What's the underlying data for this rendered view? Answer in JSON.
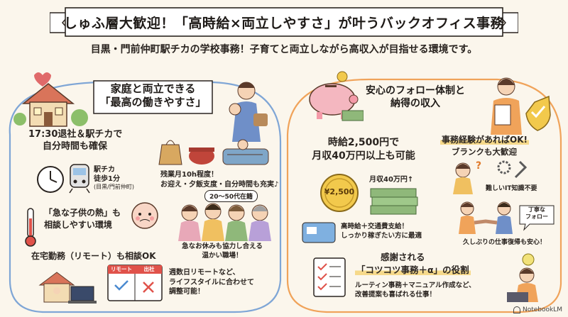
{
  "title": "しゅふ層大歓迎！「高時給×両立しやすさ」が叶うバックオフィス事務",
  "subtitle": "目黒・門前仲町駅チカの学校事務！子育てと両立しながら高収入が目指せる環境です。",
  "left": {
    "heading_line1": "家庭と両立できる",
    "heading_line2": "「最高の働きやすさ」",
    "block1": {
      "heading_line1": "17:30退社＆駅チカで",
      "heading_line2": "自分時間も確保",
      "station_line1": "駅チカ",
      "station_line2": "徒歩1分",
      "station_line3": "(目黒/門前仲町)",
      "overtime_line1": "残業月10h程度！",
      "overtime_line2": "お迎え・夕飯支度・自分時間も充実♪"
    },
    "block2": {
      "heading_line1": "「急な子供の熱」も",
      "heading_line2": "相談しやすい環境",
      "age_badge": "20〜50代在籍",
      "support_line1": "急なお休みも協力し合える",
      "support_line2": "温かい職場！"
    },
    "block3": {
      "heading": "在宅勤務（リモート）も相談OK",
      "calendar_left": "リモート",
      "calendar_right": "出社",
      "remote_line1": "週数日リモートなど、",
      "remote_line2": "ライフスタイルに合わせて",
      "remote_line3": "調整可能！"
    }
  },
  "right": {
    "heading_line1": "安心のフォロー体制と",
    "heading_line2": "納得の収入",
    "pay": {
      "heading_line1": "時給2,500円で",
      "heading_line2": "月収40万円以上も可能",
      "coin_label": "¥2,500",
      "monthly_label": "月収40万円↑",
      "note_line1": "高時給＋交通費支給！",
      "note_line2": "しっかり稼ぎたい方に最適"
    },
    "experience": {
      "heading": "事務経験があればOK!",
      "subheading": "ブランクも大歓迎",
      "it_note": "難しいIT知識不要",
      "bubble_line1": "丁寧な",
      "bubble_line2": "フォロー",
      "return_note": "久しぶりの仕事復帰も安心！"
    },
    "role": {
      "heading_line1": "感謝される",
      "heading_line2": "「コツコツ事務＋α」の役割",
      "desc_line1": "ルーティン事務＋マニュアル作成など、",
      "desc_line2": "改善提案も喜ばれる仕事！"
    }
  },
  "footer_logo": "NotebookLM",
  "colors": {
    "background": "#fbf6ec",
    "left_border": "#7fa6d6",
    "right_border": "#f0a35a",
    "highlight": "#f6d98a",
    "text": "#2a2420"
  }
}
